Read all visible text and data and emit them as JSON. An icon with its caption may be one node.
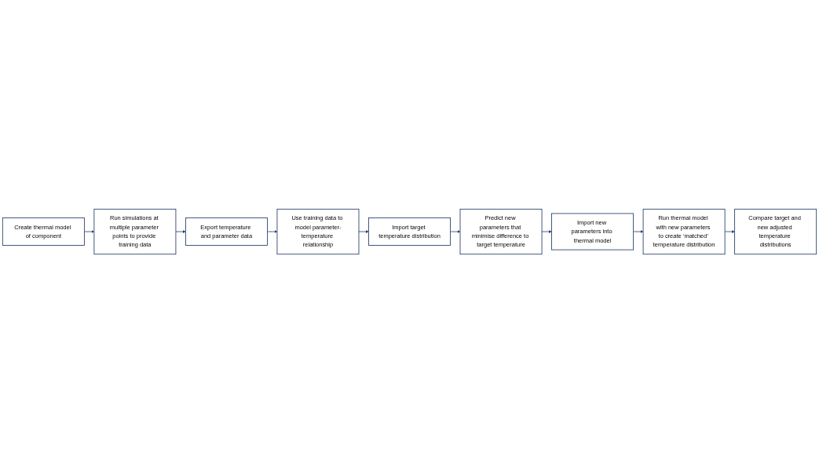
{
  "diagram": {
    "nodes": [
      {
        "text": [
          "Create thermal model of component"
        ]
      },
      {
        "text": [
          "Run simulations at multiple parameter points to provide training data"
        ]
      },
      {
        "text": [
          "Export temperature and parameter data"
        ]
      },
      {
        "text": [
          "Predict new parameters that minimise difference to target temperature"
        ]
      },
      {
        "text": [
          "Import target temperature distribution"
        ]
      },
      {
        "text": [
          "Use training data to model parameter-temperature relationship"
        ]
      },
      {
        "text": [
          "Import new parameters into thermal model"
        ]
      },
      {
        "text": [
          "Run thermal model with new parameters to create ‘matched’ temperature distribution"
        ]
      },
      {
        "text": [
          "Compare target and new adjusted temperature distributions"
        ]
      }
    ],
    "edges": [
      {
        "from": 0,
        "to": 1,
        "arrow": "to"
      },
      {
        "from": 1,
        "to": 2,
        "arrow": "to"
      },
      {
        "from": 2,
        "to": 5,
        "arrow": "to"
      },
      {
        "from": 5,
        "to": 4,
        "arrow": "to"
      },
      {
        "from": 4,
        "to": 3,
        "arrow": "to"
      },
      {
        "from": 3,
        "to": 6,
        "arrow": "to"
      },
      {
        "from": 6,
        "to": 7,
        "arrow": "to"
      },
      {
        "from": 7,
        "to": 8,
        "arrow": "to"
      }
    ]
  }
}
